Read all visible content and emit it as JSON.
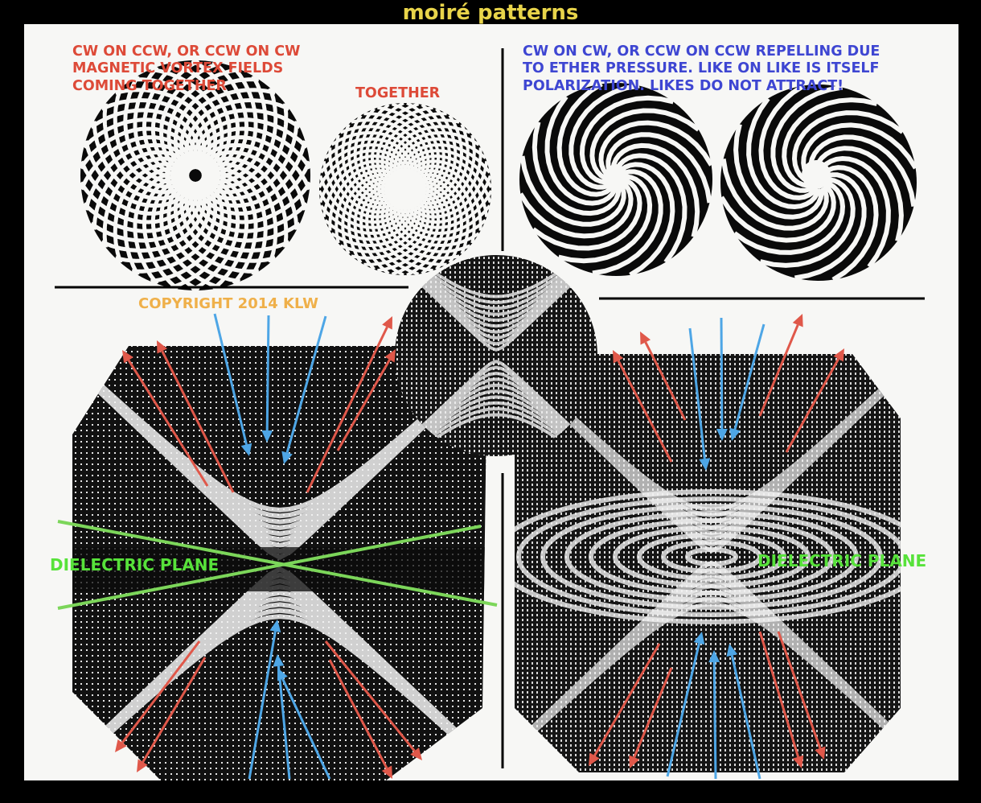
{
  "header": {
    "title": "moiré patterns"
  },
  "labels": {
    "top_left": [
      "CW ON CCW, OR CCW ON CW",
      "MAGNETIC VORTEX FIELDS",
      "COMING TOGETHER"
    ],
    "together": "TOGETHER",
    "top_right": [
      "CW ON CW, OR CCW ON CCW REPELLING DUE",
      "TO ETHER PRESSURE. LIKE ON LIKE IS ITSELF",
      "POLARIZATION. LIKES DO NOT ATTRACT!"
    ],
    "copyright": "COPYRIGHT 2014 KLW",
    "dielectric_left": "DIELECTRIC PLANE",
    "dielectric_right": "DIELECTRIC PLANE"
  },
  "colors": {
    "background": "#000000",
    "panel": "#f7f7f5",
    "title": "#e8d44a",
    "red_text": "#dd4a38",
    "blue_text": "#3e46d2",
    "copyright_text": "#efb04a",
    "green_text": "#57e23a",
    "red_arrow": "#e0584a",
    "blue_arrow": "#4ea6e6",
    "green_line": "#7cd65a"
  }
}
